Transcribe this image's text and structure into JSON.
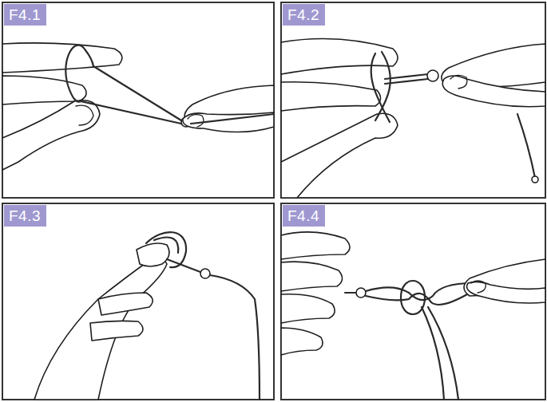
{
  "diagram": {
    "nodes": [
      {
        "text": [
          "F4.1"
        ]
      },
      {
        "text": [
          "F4.2"
        ]
      },
      {
        "text": [
          "F4.3"
        ]
      },
      {
        "text": [
          "F4.4"
        ]
      }
    ]
  }
}
